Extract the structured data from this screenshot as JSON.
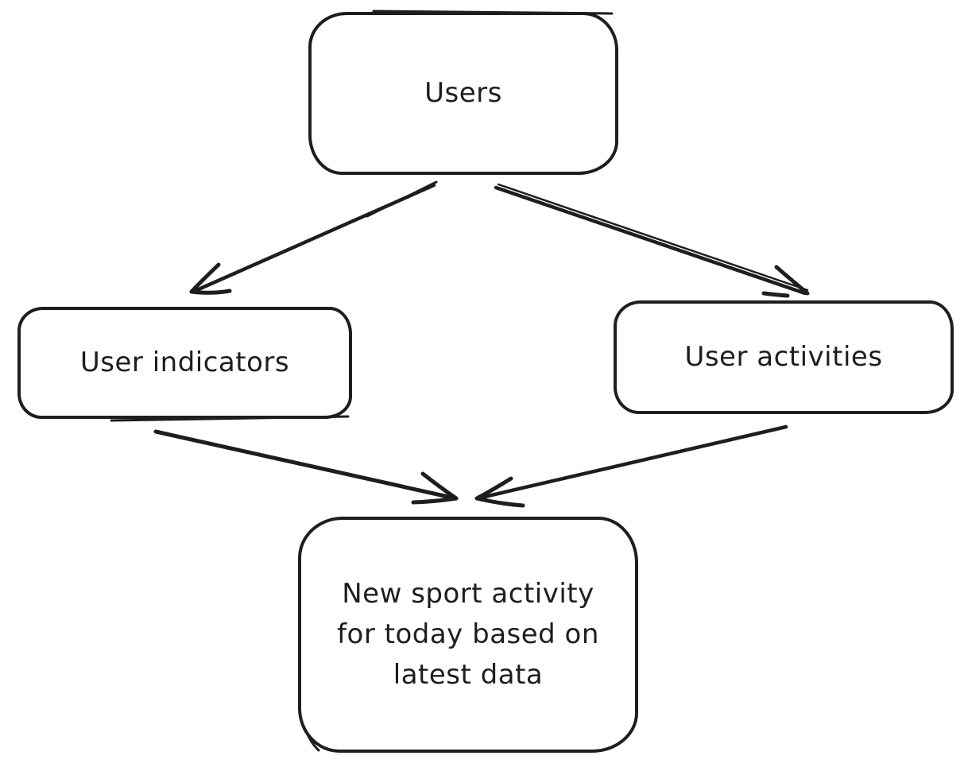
{
  "diagram": {
    "background_color": "#ffffff",
    "stroke_color": "#1e1e1e",
    "style": "hand-drawn",
    "nodes": [
      {
        "id": "users",
        "label": "Users"
      },
      {
        "id": "user-indicators",
        "label": "User indicators"
      },
      {
        "id": "user-activities",
        "label": "User activities"
      },
      {
        "id": "new-sport-activity",
        "label": "New sport activity for today based on latest data"
      }
    ],
    "edges": [
      {
        "from": "users",
        "to": "user-indicators"
      },
      {
        "from": "users",
        "to": "user-activities"
      },
      {
        "from": "user-indicators",
        "to": "new-sport-activity"
      },
      {
        "from": "user-activities",
        "to": "new-sport-activity"
      }
    ]
  }
}
